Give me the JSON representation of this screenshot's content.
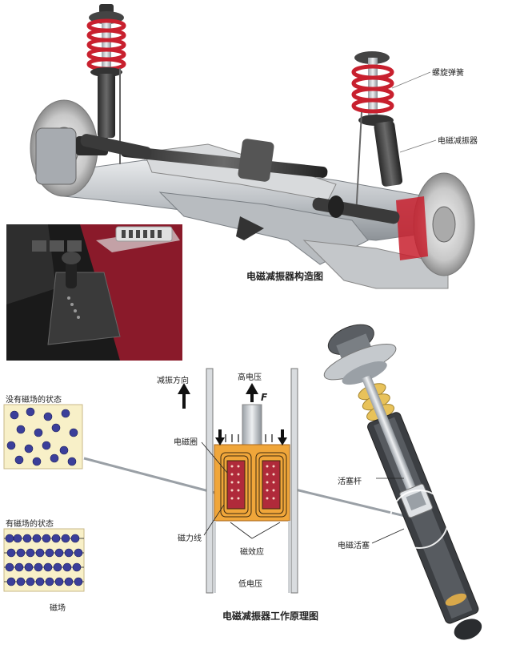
{
  "suspension": {
    "label_coil_spring": "螺旋弹簧",
    "label_damper": "电磁减振器",
    "caption": "电磁减振器构造图"
  },
  "principle": {
    "label_damping_direction": "减振方向",
    "label_high_pressure": "高电压",
    "label_force": "F",
    "label_coil": "电磁圈",
    "label_field_lines": "磁力线",
    "label_mr_effect": "磁效应",
    "label_low_pressure": "低电压",
    "caption": "电磁减振器工作原理图"
  },
  "particles": {
    "label_no_field": "没有磁场的状态",
    "label_with_field": "有磁场的状态",
    "label_field": "磁场"
  },
  "shock": {
    "label_piston_rod": "活塞杆",
    "label_em_piston": "电磁活塞"
  },
  "colors": {
    "spring_red": "#c8202e",
    "frame_silver": "#c9ccd0",
    "interior_red": "#8a1a2a",
    "core_orange": "#f0a63a",
    "particle_blue": "#3b3f9a",
    "panel_yellow": "#f8f0c8"
  }
}
